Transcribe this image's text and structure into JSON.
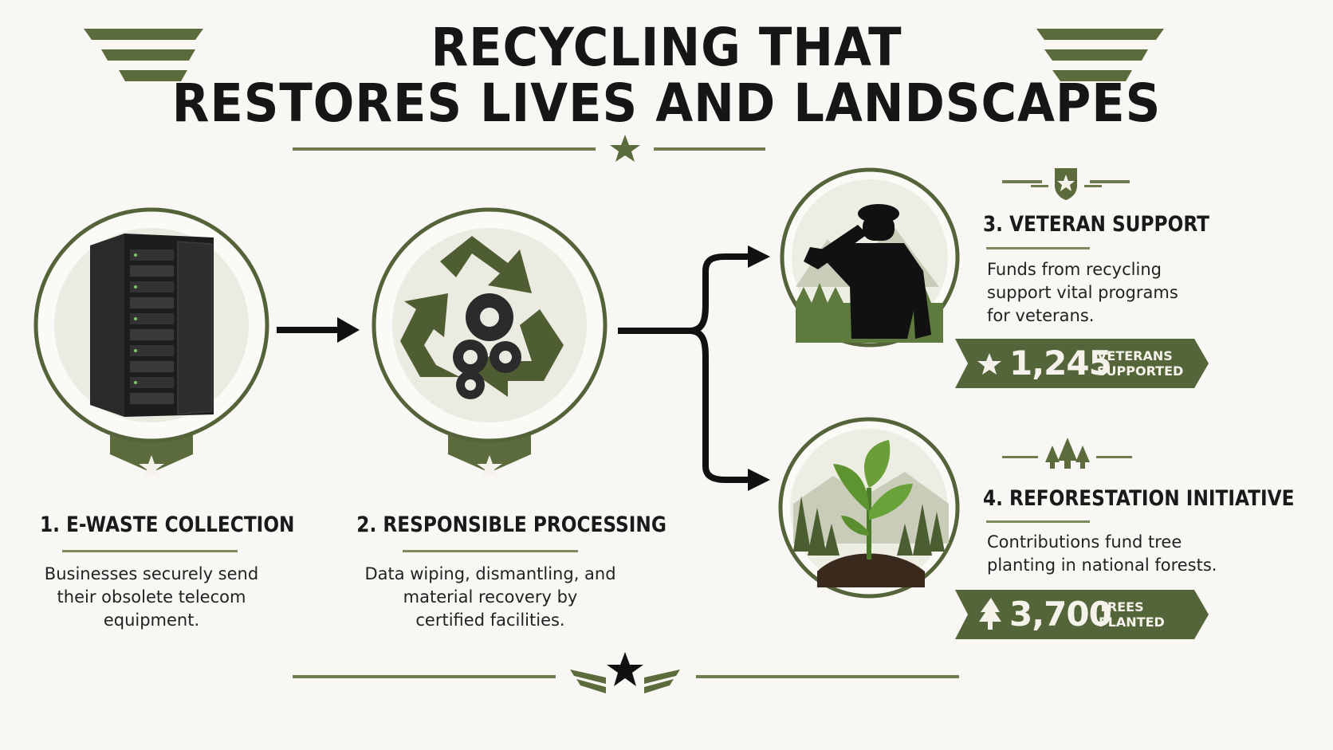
{
  "header": {
    "title_line1": "RECYCLING THAT",
    "title_line2": "RESTORES LIVES AND LANDSCAPES"
  },
  "steps": [
    {
      "title": "1. E-WASTE COLLECTION",
      "desc": [
        "Businesses securely send",
        "their obsolete telecom",
        "equipment."
      ],
      "image": "server-rack-icon"
    },
    {
      "title": "2. RESPONSIBLE PROCESSING",
      "desc": [
        "Data wiping, dismantling, and",
        "material recovery by",
        "certified facilities."
      ],
      "image": "recycle-gears-icon"
    },
    {
      "title": "3. VETERAN SUPPORT",
      "desc": [
        "Funds from recycling",
        "support vital programs",
        "for veterans."
      ],
      "image": "saluting-soldier-icon",
      "stat_value": "1,245",
      "stat_label_line1": "VETERANS",
      "stat_label_line2": "SUPPORTED"
    },
    {
      "title": "4. REFORESTATION INITIATIVE",
      "desc": [
        "Contributions fund tree",
        "planting in national forests."
      ],
      "image": "sapling-icon",
      "stat_value": "3,700",
      "stat_label_line1": "TREES",
      "stat_label_line2": "PLANTED"
    }
  ],
  "colors": {
    "olive": "#5c6b3c",
    "olive_light": "#7d8a5e",
    "ink": "#161616",
    "background": "#f8f7f3"
  }
}
